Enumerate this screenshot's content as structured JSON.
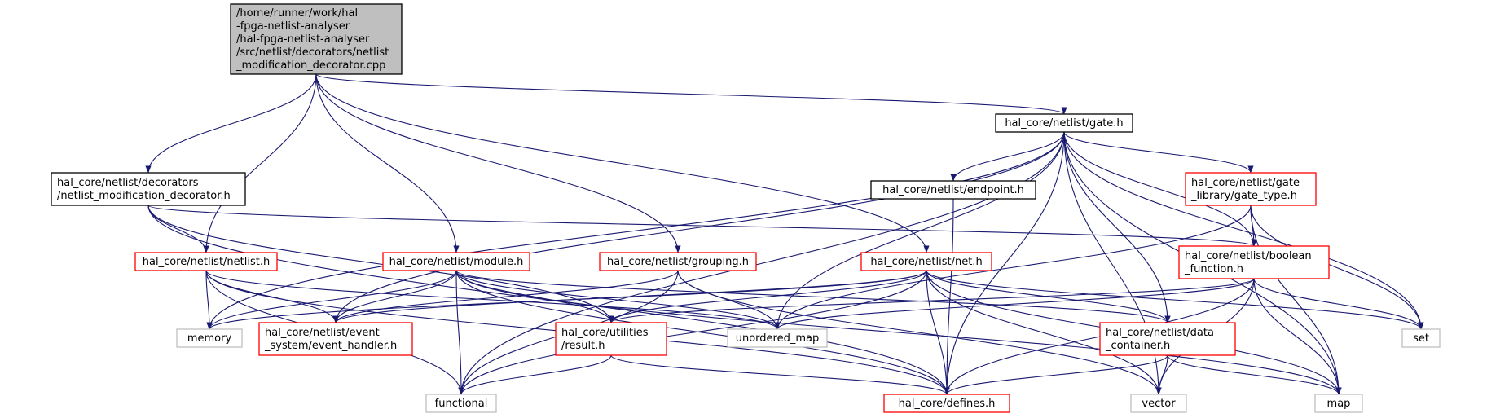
{
  "colors": {
    "edge": "#191970",
    "root_fill": "#bfbfbf",
    "root_stroke": "#000000",
    "black_stroke": "#000000",
    "red_stroke": "#ff0000",
    "gray_stroke": "#bfbfbf",
    "background": "#ffffff"
  },
  "nodes": {
    "root": {
      "lines": [
        "/home/runner/work/hal",
        "-fpga-netlist-analyser",
        "/hal-fpga-netlist-analyser",
        "/src/netlist/decorators/netlist",
        "_modification_decorator.cpp"
      ],
      "style": "root"
    },
    "gate": {
      "lines": [
        "hal_core/netlist/gate.h"
      ],
      "style": "black"
    },
    "decorator": {
      "lines": [
        "hal_core/netlist/decorators",
        "/netlist_modification_decorator.h"
      ],
      "style": "black"
    },
    "endpoint": {
      "lines": [
        "hal_core/netlist/endpoint.h"
      ],
      "style": "black"
    },
    "gate_type": {
      "lines": [
        "hal_core/netlist/gate",
        "_library/gate_type.h"
      ],
      "style": "red"
    },
    "netlist": {
      "lines": [
        "hal_core/netlist/netlist.h"
      ],
      "style": "red"
    },
    "module": {
      "lines": [
        "hal_core/netlist/module.h"
      ],
      "style": "red"
    },
    "grouping": {
      "lines": [
        "hal_core/netlist/grouping.h"
      ],
      "style": "red"
    },
    "net": {
      "lines": [
        "hal_core/netlist/net.h"
      ],
      "style": "red"
    },
    "boolean_function": {
      "lines": [
        "hal_core/netlist/boolean",
        "_function.h"
      ],
      "style": "red"
    },
    "memory": {
      "lines": [
        "memory"
      ],
      "style": "gray"
    },
    "event_handler": {
      "lines": [
        "hal_core/netlist/event",
        "_system/event_handler.h"
      ],
      "style": "red"
    },
    "result": {
      "lines": [
        "hal_core/utilities",
        "/result.h"
      ],
      "style": "red"
    },
    "unordered_map": {
      "lines": [
        "unordered_map"
      ],
      "style": "gray"
    },
    "data_container": {
      "lines": [
        "hal_core/netlist/data",
        "_container.h"
      ],
      "style": "red"
    },
    "set": {
      "lines": [
        "set"
      ],
      "style": "gray"
    },
    "functional": {
      "lines": [
        "functional"
      ],
      "style": "gray"
    },
    "defines": {
      "lines": [
        "hal_core/defines.h"
      ],
      "style": "red"
    },
    "vector": {
      "lines": [
        "vector"
      ],
      "style": "gray"
    },
    "map": {
      "lines": [
        "map"
      ],
      "style": "gray"
    }
  },
  "edges": [
    [
      "root",
      "gate"
    ],
    [
      "root",
      "decorator"
    ],
    [
      "root",
      "netlist"
    ],
    [
      "root",
      "module"
    ],
    [
      "root",
      "grouping"
    ],
    [
      "root",
      "net"
    ],
    [
      "gate",
      "endpoint"
    ],
    [
      "gate",
      "gate_type"
    ],
    [
      "gate",
      "boolean_function"
    ],
    [
      "gate",
      "data_container"
    ],
    [
      "gate",
      "defines"
    ],
    [
      "gate",
      "unordered_map"
    ],
    [
      "gate",
      "memory"
    ],
    [
      "gate",
      "event_handler"
    ],
    [
      "gate",
      "set"
    ],
    [
      "gate",
      "map"
    ],
    [
      "gate",
      "vector"
    ],
    [
      "gate",
      "functional"
    ],
    [
      "decorator",
      "netlist"
    ],
    [
      "decorator",
      "boolean_function"
    ],
    [
      "decorator",
      "result"
    ],
    [
      "decorator",
      "defines"
    ],
    [
      "endpoint",
      "defines"
    ],
    [
      "gate_type",
      "boolean_function"
    ],
    [
      "gate_type",
      "set"
    ],
    [
      "gate_type",
      "map"
    ],
    [
      "gate_type",
      "unordered_map"
    ],
    [
      "netlist",
      "memory"
    ],
    [
      "netlist",
      "event_handler"
    ],
    [
      "netlist",
      "functional"
    ],
    [
      "netlist",
      "defines"
    ],
    [
      "netlist",
      "unordered_map"
    ],
    [
      "module",
      "memory"
    ],
    [
      "module",
      "event_handler"
    ],
    [
      "module",
      "result"
    ],
    [
      "module",
      "functional"
    ],
    [
      "module",
      "defines"
    ],
    [
      "module",
      "unordered_map"
    ],
    [
      "module",
      "data_container"
    ],
    [
      "module",
      "map"
    ],
    [
      "grouping",
      "event_handler"
    ],
    [
      "grouping",
      "functional"
    ],
    [
      "grouping",
      "unordered_map"
    ],
    [
      "grouping",
      "vector"
    ],
    [
      "net",
      "memory"
    ],
    [
      "net",
      "event_handler"
    ],
    [
      "net",
      "result"
    ],
    [
      "net",
      "functional"
    ],
    [
      "net",
      "defines"
    ],
    [
      "net",
      "data_container"
    ],
    [
      "net",
      "set"
    ],
    [
      "net",
      "vector"
    ],
    [
      "net",
      "map"
    ],
    [
      "boolean_function",
      "result"
    ],
    [
      "boolean_function",
      "set"
    ],
    [
      "boolean_function",
      "map"
    ],
    [
      "boolean_function",
      "vector"
    ],
    [
      "boolean_function",
      "defines"
    ],
    [
      "boolean_function",
      "unordered_map"
    ],
    [
      "result",
      "functional"
    ],
    [
      "result",
      "defines"
    ],
    [
      "data_container",
      "defines"
    ],
    [
      "data_container",
      "vector"
    ],
    [
      "data_container",
      "map"
    ]
  ]
}
